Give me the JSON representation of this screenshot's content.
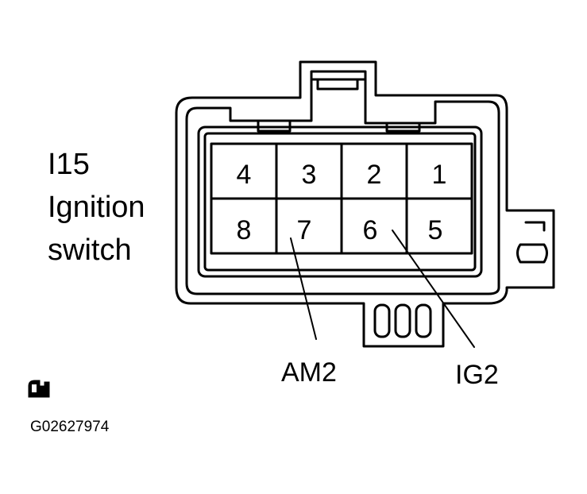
{
  "connector": {
    "id": "I15",
    "name_line1": "Ignition",
    "name_line2": "switch"
  },
  "pins": [
    {
      "label": "4"
    },
    {
      "label": "3"
    },
    {
      "label": "2"
    },
    {
      "label": "1"
    },
    {
      "label": "8"
    },
    {
      "label": "7"
    },
    {
      "label": "6"
    },
    {
      "label": "5"
    }
  ],
  "callouts": {
    "am2": "AM2",
    "ig2": "IG2"
  },
  "footer": {
    "icon": "connector-symbol-icon",
    "code": "G02627974"
  }
}
